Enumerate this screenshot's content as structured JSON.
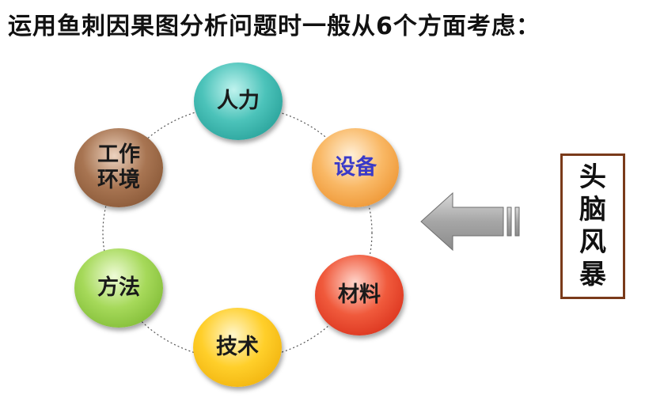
{
  "title": "运用鱼刺因果图分析问题时一般从6个方面考虑：",
  "nodes": {
    "manpower": {
      "label": "人力",
      "color": "#22a8a0"
    },
    "equipment": {
      "label": "设备",
      "color": "#f39a2f",
      "text_color": "#3a3ac8"
    },
    "material": {
      "label": "材料",
      "color": "#e8321e"
    },
    "technology": {
      "label": "技术",
      "color": "#f5b800"
    },
    "method": {
      "label": "方法",
      "color": "#8cc63f"
    },
    "environment": {
      "line1": "工作",
      "line2": "环境",
      "color": "#8a5a3a"
    }
  },
  "brainstorm": {
    "chars": [
      "头",
      "脑",
      "风",
      "暴"
    ],
    "border_color": "#7a3a1a"
  },
  "arrow_color": "#a6a6a6"
}
